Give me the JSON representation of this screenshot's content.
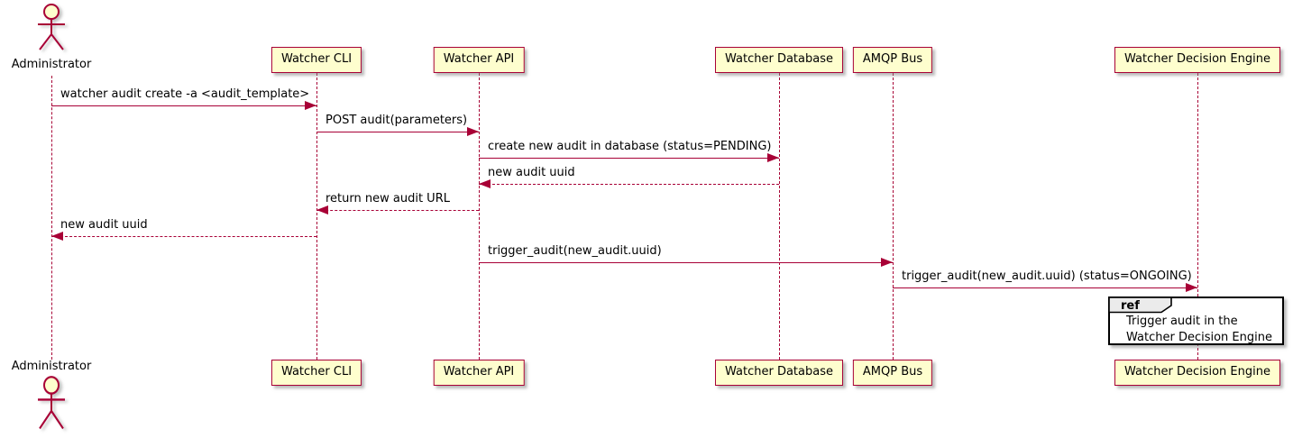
{
  "diagram": {
    "type": "sequence",
    "actor": {
      "name": "Administrator"
    },
    "participants": [
      "Watcher CLI",
      "Watcher API",
      "Watcher Database",
      "AMQP Bus",
      "Watcher Decision Engine"
    ],
    "messages": [
      {
        "text": "watcher audit create -a <audit_template>",
        "from": "Administrator",
        "to": "Watcher CLI",
        "style": "solid"
      },
      {
        "text": "POST audit(parameters)",
        "from": "Watcher CLI",
        "to": "Watcher API",
        "style": "solid"
      },
      {
        "text": "create new audit in database (status=PENDING)",
        "from": "Watcher API",
        "to": "Watcher Database",
        "style": "solid"
      },
      {
        "text": "new audit uuid",
        "from": "Watcher Database",
        "to": "Watcher API",
        "style": "dashed"
      },
      {
        "text": "return new audit URL",
        "from": "Watcher API",
        "to": "Watcher CLI",
        "style": "dashed"
      },
      {
        "text": "new audit uuid",
        "from": "Watcher CLI",
        "to": "Administrator",
        "style": "dashed"
      },
      {
        "text": "trigger_audit(new_audit.uuid)",
        "from": "Watcher API",
        "to": "AMQP Bus",
        "style": "solid"
      },
      {
        "text": "trigger_audit(new_audit.uuid) (status=ONGOING)",
        "from": "AMQP Bus",
        "to": "Watcher Decision Engine",
        "style": "solid"
      }
    ],
    "ref": {
      "keyword": "ref",
      "over": "Watcher Decision Engine",
      "lines": [
        "Trigger audit in the",
        "Watcher Decision Engine"
      ]
    },
    "colors": {
      "background": "#FFFFFF",
      "participant_fill": "#FEFECE",
      "participant_border": "#A80036",
      "actor_head_fill": "#FEFECE",
      "line": "#A80036",
      "text": "#000000",
      "ref_border": "#000000",
      "ref_header_fill": "#EBEBEB"
    }
  }
}
